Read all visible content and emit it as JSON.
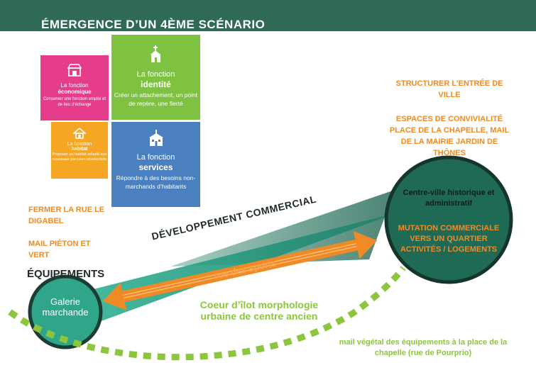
{
  "title": "ÉMERGENCE D’UN 4ÈME SCÉNARIO",
  "functions": {
    "economique": {
      "l1": "La fonction",
      "l2": "économique",
      "l3": "Conserver une fonction emploi et de lieu d’échange",
      "icon": "shop-icon"
    },
    "identite": {
      "l1": "La fonction",
      "l2": "identité",
      "l3": "Créer un attachement, un point de repère, une fierté",
      "icon": "church-icon"
    },
    "habitat": {
      "l1": "La fonction",
      "l2": "habitat",
      "l3": "Proposer un habitat adapté aux nouveaux parcours résidentiels",
      "icon": "house-icon"
    },
    "services": {
      "l1": "La fonction",
      "l2": "services",
      "l3": "Répondre à des besoins non-marchands d’habitants",
      "icon": "school-icon"
    }
  },
  "right_labels": {
    "structurer": "STRUCTURER L’ENTRÉE DE VILLE",
    "espaces": "ESPACES DE CONVIVIALITÉ PLACE DE LA CHAPELLE, MAIL DE LA MAIRIE JARDIN DE THÔNES"
  },
  "left_labels": {
    "fermer": "FERMER LA RUE LE DIGABEL",
    "mail_pieton": "MAIL PIÉTON ET VERT",
    "equipements": "ÉQUIPEMENTS"
  },
  "centre_circle": {
    "title": "Centre-ville historique et administratif",
    "mutation": "MUTATION COMMERCIALE VERS UN QUARTIER ACTIVITÉS / LOGEMENTS"
  },
  "galerie": "Galerie marchande",
  "developpement": "DÉVELOPPEMENT COMMERCIAL",
  "rue_sports": "rue des sports",
  "coeur": "Coeur d’îlot morphologie urbaine de centre ancien",
  "mail_vegetal": "mail végétal des équipements à la place de la chapelle (rue de Pourprio)",
  "colors": {
    "header": "#2f6a55",
    "economique": "#e53d8c",
    "identite": "#7fc241",
    "habitat": "#f5a623",
    "services": "#4a7fc0",
    "orange": "#f08a24",
    "green_text": "#8cc63f",
    "dark_circle": "#1f6a55",
    "teal_circle": "#2fa58a"
  }
}
